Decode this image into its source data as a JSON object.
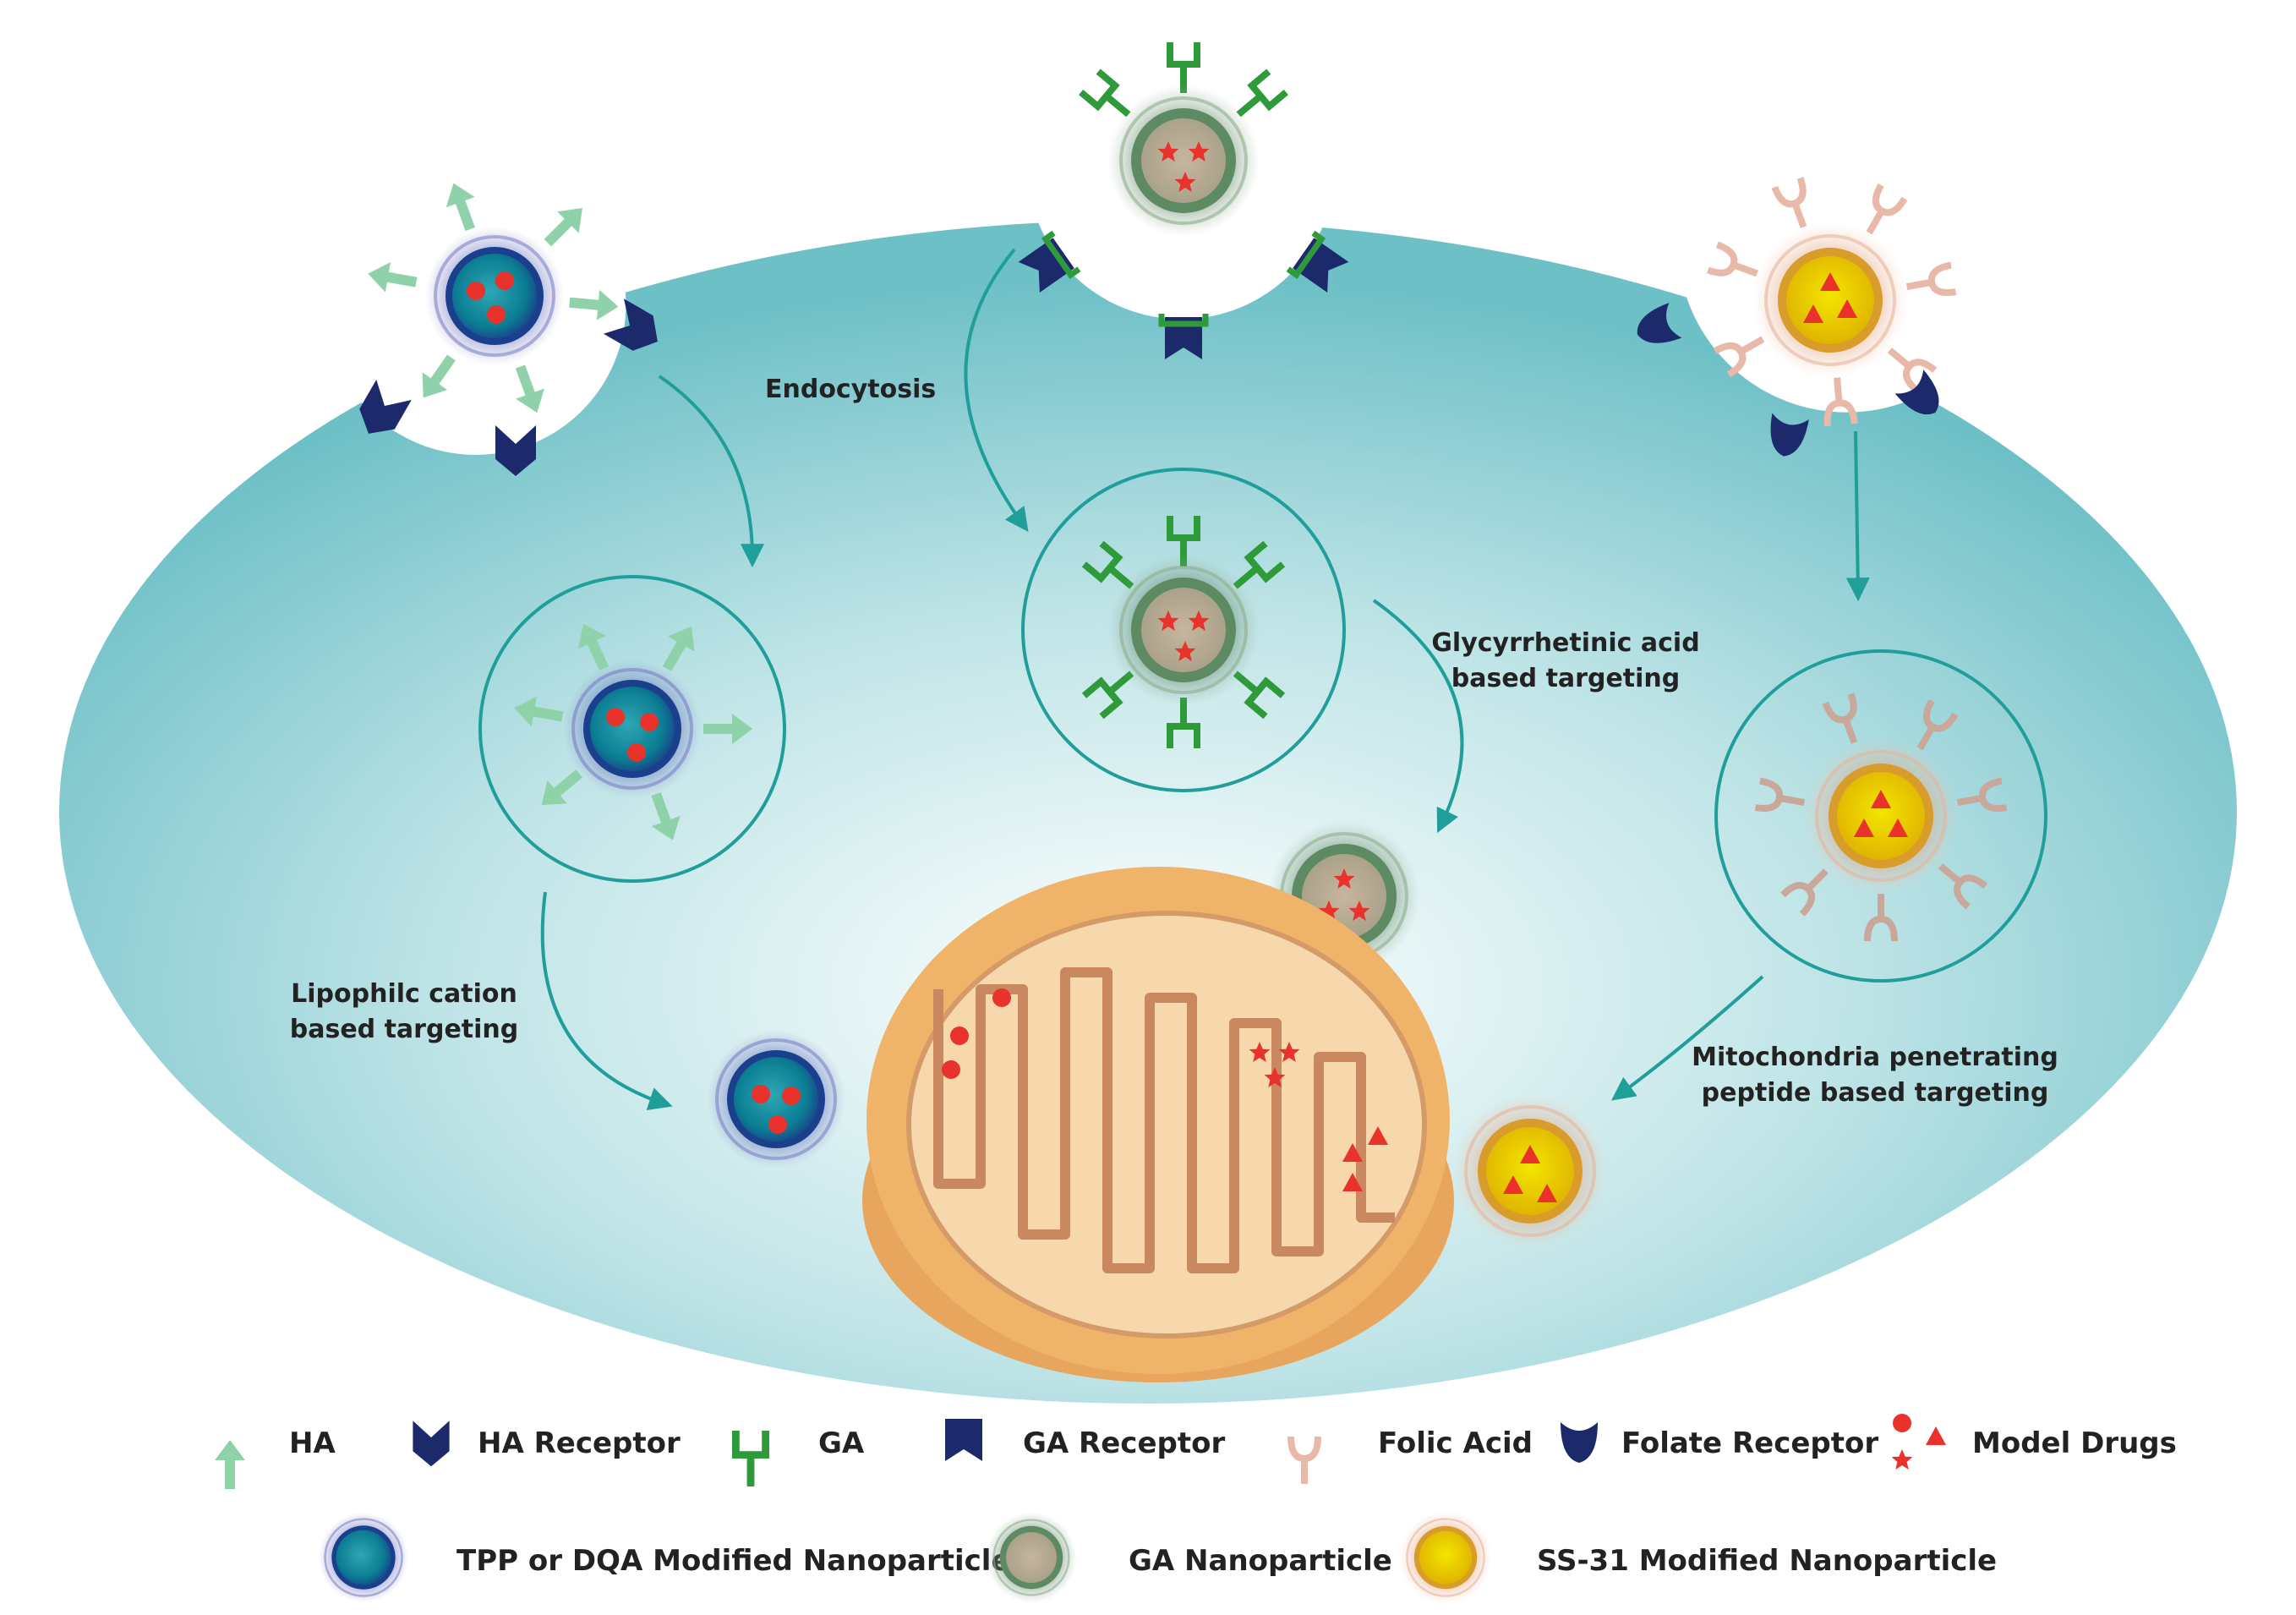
{
  "labels": {
    "endocytosis": "Endocytosis",
    "glycyrrhetinic_1": "Glycyrrhetinic acid",
    "glycyrrhetinic_2": "based targeting",
    "lipophilic_1": "Lipophilc cation",
    "lipophilic_2": "based targeting",
    "mito_1": "Mitochondria penetrating",
    "mito_2": "peptide based targeting"
  },
  "legend": {
    "ha": "HA",
    "ha_receptor": "HA Receptor",
    "ga": "GA",
    "ga_receptor": "GA Receptor",
    "folic_acid": "Folic Acid",
    "folate_receptor": "Folate Receptor",
    "model_drugs": "Model Drugs",
    "tpp_np": "TPP or DQA Modified Nanoparticle",
    "ga_np": "GA Nanoparticle",
    "ss31_np": "SS-31 Modified Nanoparticle"
  },
  "colors": {
    "cell_edge": "#5cb8c0",
    "cell_center": "#ffffff",
    "teal_arrow": "#1f9e9a",
    "ha_green": "#8fd1a8",
    "receptor_navy": "#1c2a6b",
    "ga_green": "#2e9a3a",
    "folic_pink": "#e8b8a8",
    "drug_red": "#e8322b",
    "mito_orange": "#f0b36a",
    "mito_inner": "#f6d8ac",
    "cristae": "#c98860"
  }
}
